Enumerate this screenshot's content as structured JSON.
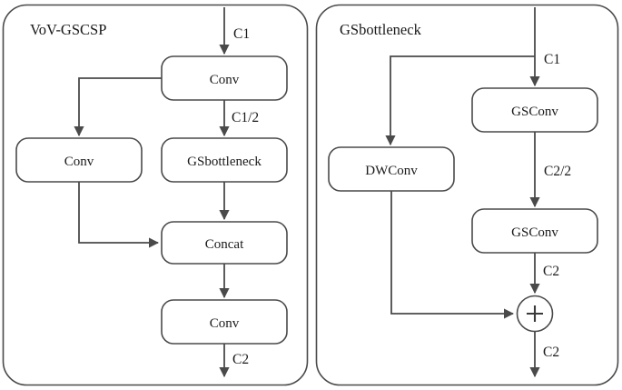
{
  "figure": {
    "panels": [
      {
        "id": "vov-gscsp",
        "title": "VoV-GSCSP",
        "nodes": [
          {
            "id": "conv-top",
            "label": "Conv"
          },
          {
            "id": "conv-left",
            "label": "Conv"
          },
          {
            "id": "gsbottleneck",
            "label": "GSbottleneck"
          },
          {
            "id": "concat",
            "label": "Concat"
          },
          {
            "id": "conv-bottom",
            "label": "Conv"
          }
        ],
        "edge_labels": [
          {
            "id": "in-c1",
            "text": "C1"
          },
          {
            "id": "conv-to-gsb",
            "text": "C1/2"
          },
          {
            "id": "out-c2",
            "text": "C2"
          }
        ]
      },
      {
        "id": "gsbottleneck",
        "title": "GSbottleneck",
        "nodes": [
          {
            "id": "gsconv-top",
            "label": "GSConv"
          },
          {
            "id": "dwconv",
            "label": "DWConv"
          },
          {
            "id": "gsconv-bottom",
            "label": "GSConv"
          },
          {
            "id": "add",
            "label": "+"
          }
        ],
        "edge_labels": [
          {
            "id": "in-c1",
            "text": "C1"
          },
          {
            "id": "gsconv-to-gsconv",
            "text": "C2/2"
          },
          {
            "id": "gsconv-to-add",
            "text": "C2"
          },
          {
            "id": "out-c2",
            "text": "C2"
          }
        ]
      }
    ],
    "colors": {
      "stroke": "#4a4a4a",
      "text": "#1a1a1a",
      "background": "#ffffff"
    }
  }
}
